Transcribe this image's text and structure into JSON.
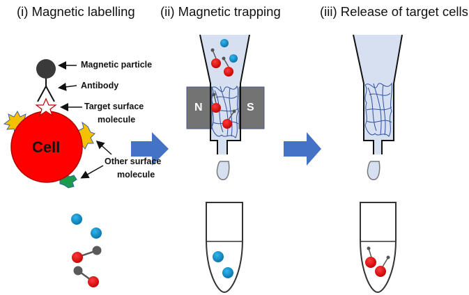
{
  "titles": {
    "step1": "(i) Magnetic labelling",
    "step2": "(ii) Magnetic trapping",
    "step3": "(iii) Release of target cells"
  },
  "labels": {
    "magnetic_particle": "Magnetic particle",
    "antibody": "Antibody",
    "target_line1": "Target surface",
    "target_line2": "molecule",
    "other_line1": "Other surface",
    "other_line2": "molecule",
    "cell": "Cell",
    "magnet_north": "N",
    "magnet_south": "S"
  },
  "colors": {
    "cell": "#ff0000",
    "particle": "#3a3a3a",
    "blue_cell": "#1a9fd8",
    "arrow": "#4472c4",
    "column_fill": "#d6e0f0",
    "magnet": "#737373",
    "mesh": "#2f4f9f",
    "yellow_molecule": "#f5c000",
    "green_molecule": "#1a9a4a"
  }
}
